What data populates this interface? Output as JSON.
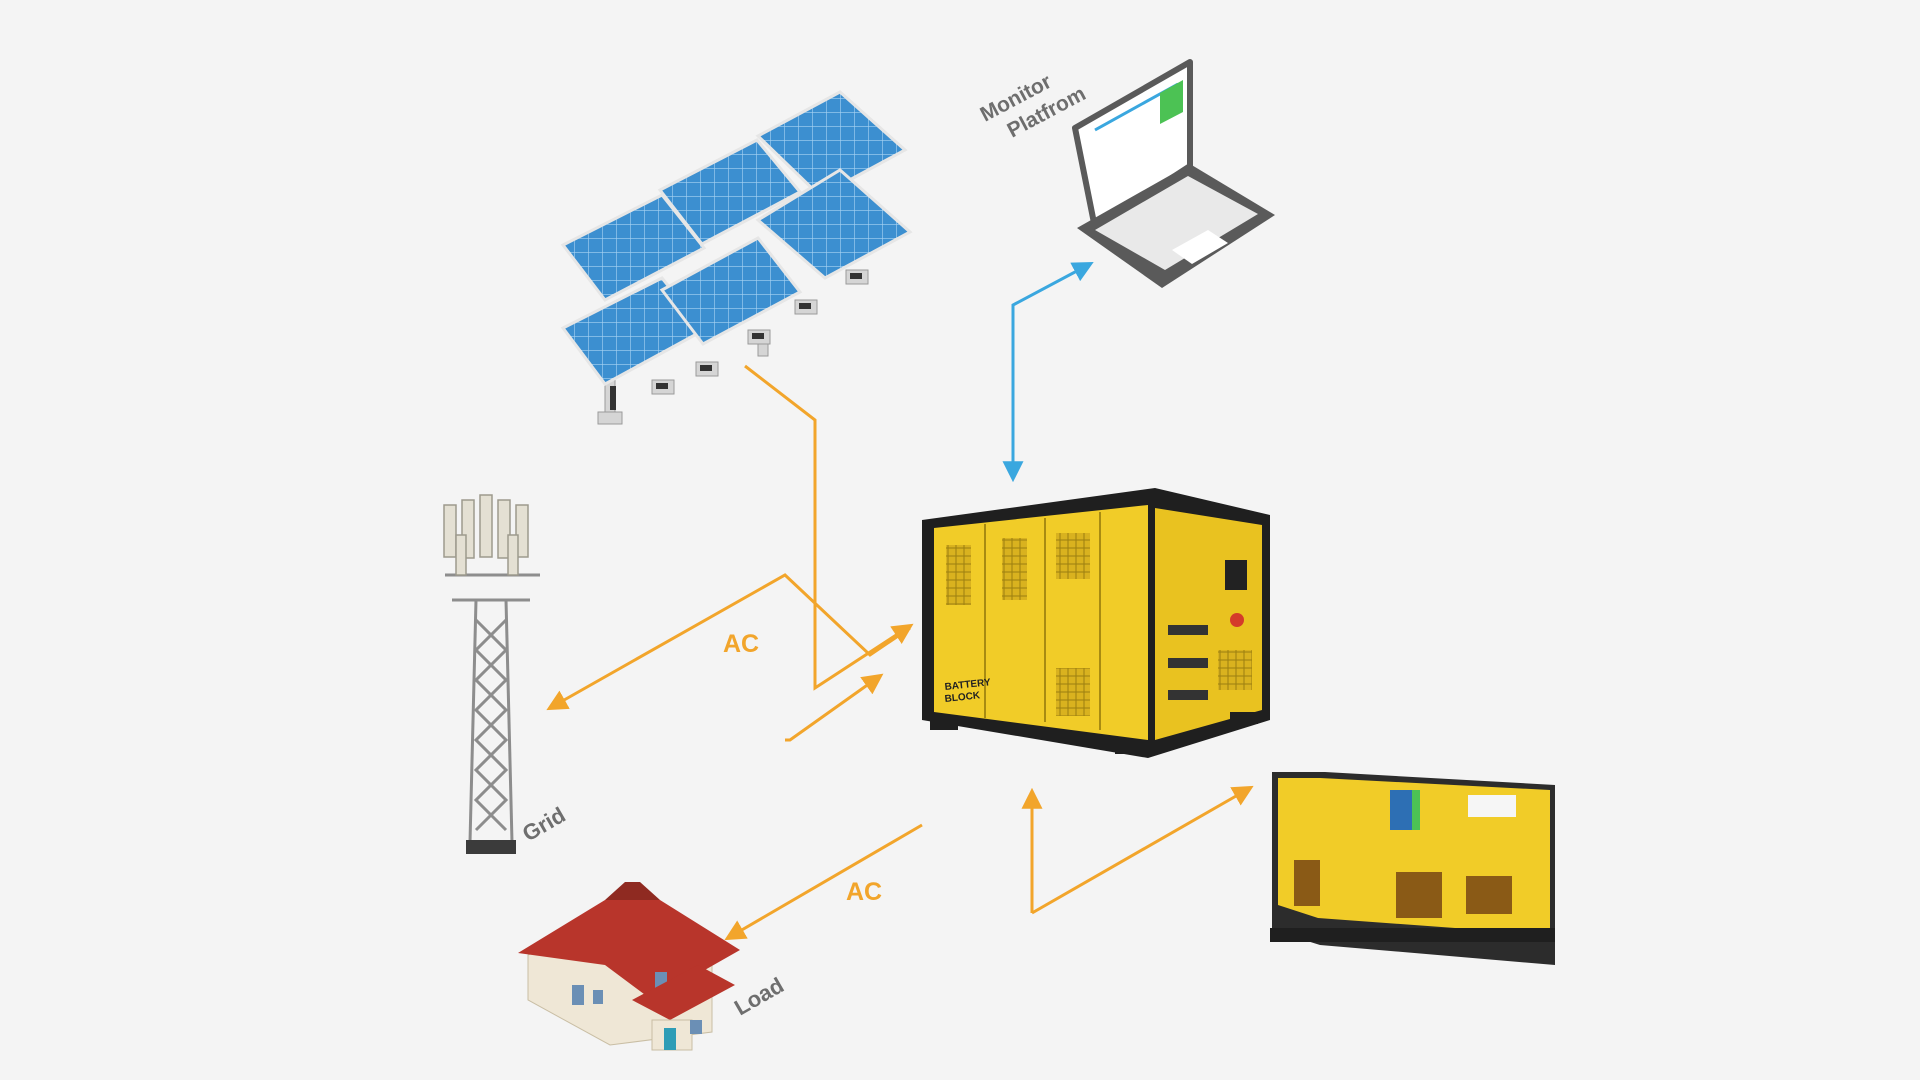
{
  "labels": {
    "monitor_line1": "Monitor",
    "monitor_line2": "Platfrom",
    "grid": "Grid",
    "load": "Load",
    "ac_top": "AC",
    "ac_bottom": "AC"
  },
  "container": {
    "side_text_1": "BATTERY",
    "side_text_2": "BLOCK"
  },
  "colors": {
    "background": "#f4f4f4",
    "ac_arrow": "#f2a52b",
    "data_arrow": "#3aa7df",
    "container_yellow": "#f1cc28",
    "container_frame": "#1f1f1f",
    "solar_blue": "#3c8fd0",
    "roof_red": "#b8352b",
    "label_gray": "#6e6e6e"
  },
  "icons": [
    "solar-array-icon",
    "laptop-icon",
    "telecom-tower-icon",
    "house-icon",
    "battery-container-icon",
    "generator-icon"
  ]
}
